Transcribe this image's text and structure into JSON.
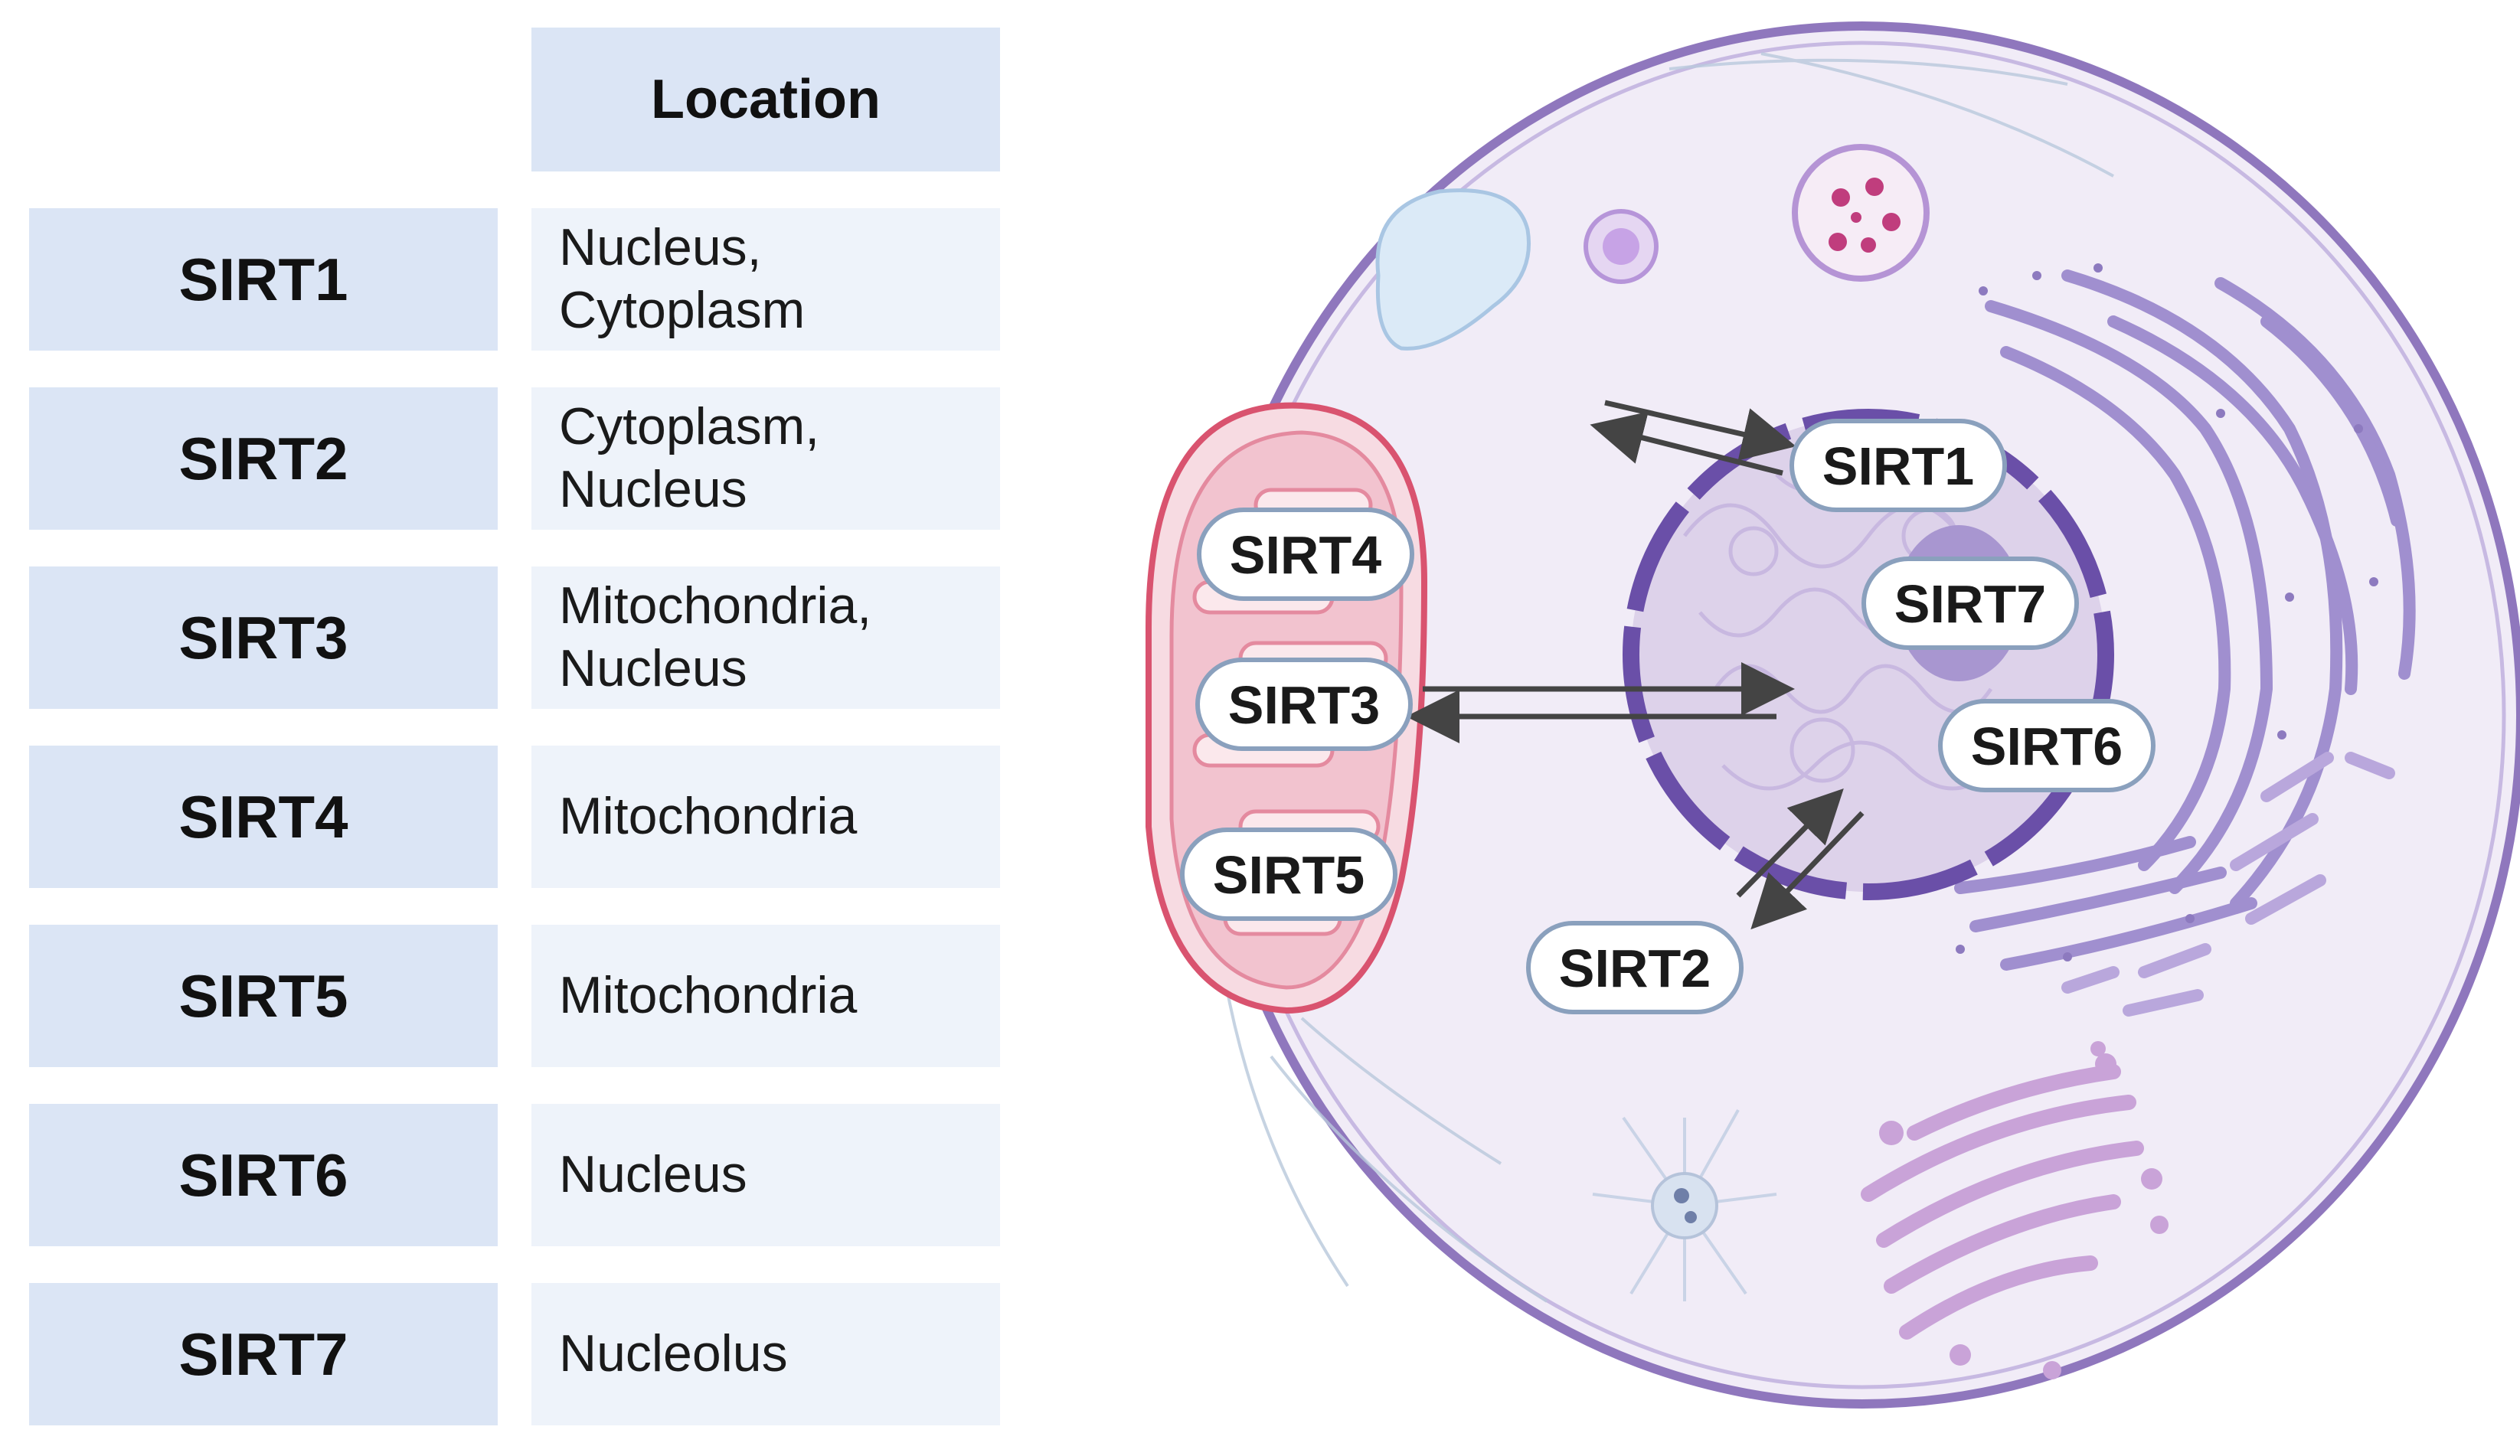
{
  "table": {
    "header": "Location",
    "rows": [
      {
        "name": "SIRT1",
        "location": "Nucleus,\nCytoplasm"
      },
      {
        "name": "SIRT2",
        "location": "Cytoplasm,\nNucleus"
      },
      {
        "name": "SIRT3",
        "location": "Mitochondria,\nNucleus"
      },
      {
        "name": "SIRT4",
        "location": "Mitochondria"
      },
      {
        "name": "SIRT5",
        "location": "Mitochondria"
      },
      {
        "name": "SIRT6",
        "location": "Nucleus"
      },
      {
        "name": "SIRT7",
        "location": "Nucleolus"
      }
    ]
  },
  "diagram": {
    "labels": {
      "sirt1": "SIRT1",
      "sirt2": "SIRT2",
      "sirt3": "SIRT3",
      "sirt4": "SIRT4",
      "sirt5": "SIRT5",
      "sirt6": "SIRT6",
      "sirt7": "SIRT7"
    }
  },
  "colors": {
    "table_header": "#dbe5f5",
    "table_cell": "#eef3fa",
    "cell_membrane": "#8f77bd",
    "cytoplasm": "#f1ecf7",
    "nucleus": "#6a4fa8",
    "mitochondria": "#d9536f",
    "er": "#a08fcf"
  }
}
